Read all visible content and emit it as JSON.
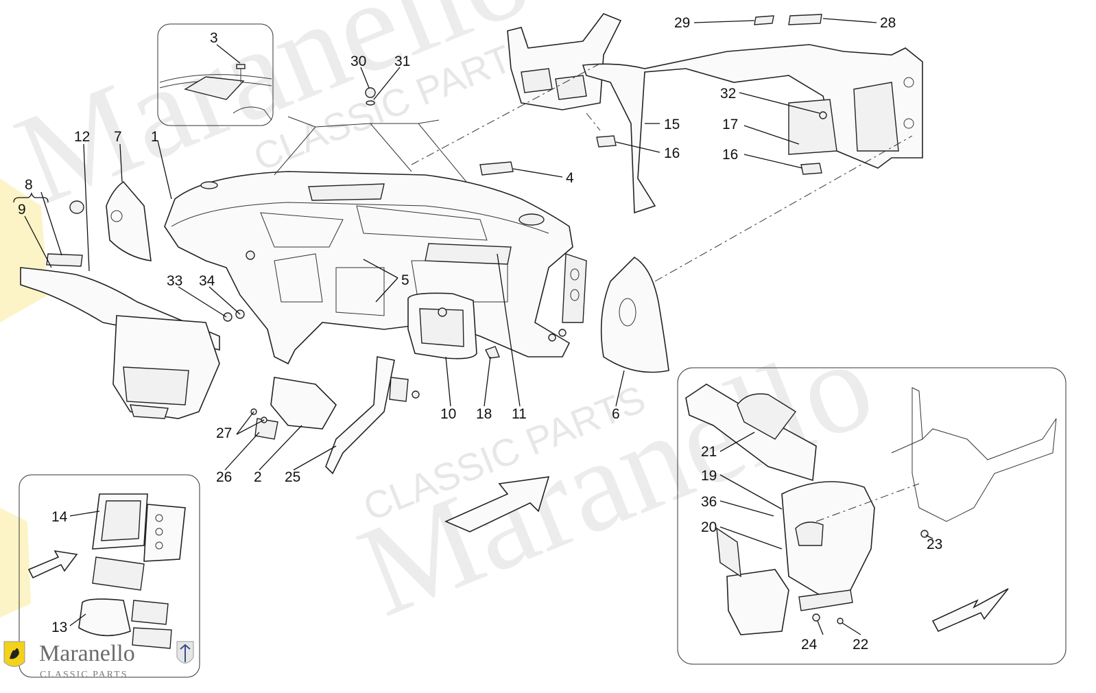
{
  "watermark": {
    "brand": "Maranello",
    "tagline": "CLASSIC PARTS"
  },
  "logo": {
    "brand": "Maranello",
    "tagline": "CLASSIC PARTS"
  },
  "callouts": {
    "c1": "1",
    "c2": "2",
    "c3": "3",
    "c4": "4",
    "c5": "5",
    "c6": "6",
    "c7": "7",
    "c8": "8",
    "c9": "9",
    "c10": "10",
    "c11": "11",
    "c12": "12",
    "c13": "13",
    "c14": "14",
    "c15": "15",
    "c16a": "16",
    "c16b": "16",
    "c17": "17",
    "c18": "18",
    "c19": "19",
    "c20": "20",
    "c21": "21",
    "c22": "22",
    "c23": "23",
    "c24": "24",
    "c25": "25",
    "c26": "26",
    "c27": "27",
    "c28": "28",
    "c29": "29",
    "c30": "30",
    "c31": "31",
    "c32": "32",
    "c33": "33",
    "c34": "34",
    "c36": "36"
  },
  "colors": {
    "line": "#222222",
    "fill": "#fafafa",
    "watermark": "#c9c9c9",
    "ferrari_yellow": "#f2d21a"
  }
}
